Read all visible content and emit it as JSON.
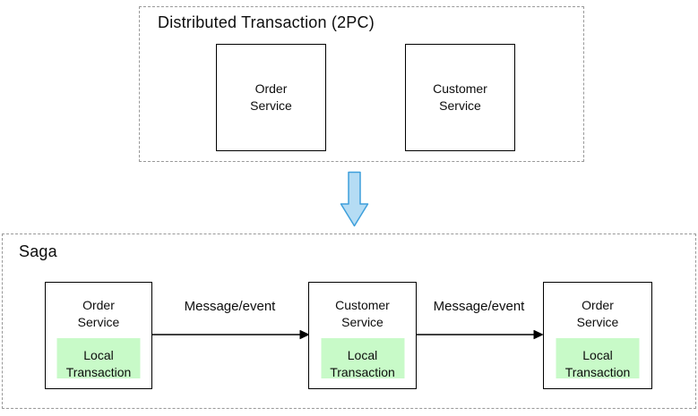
{
  "colors": {
    "background": "#ffffff",
    "dashed_border": "#999999",
    "solid_border": "#000000",
    "local_transaction_fill": "#c8fac8",
    "down_arrow_fill": "#b5dcf4",
    "down_arrow_stroke": "#3e9fdb"
  },
  "two_phase": {
    "title": "Distributed Transaction (2PC)",
    "services": [
      {
        "label": "Order\nService"
      },
      {
        "label": "Customer\nService"
      }
    ]
  },
  "transform_arrow": {
    "icon": "down-arrow"
  },
  "saga": {
    "title": "Saga",
    "nodes": [
      {
        "service": "Order\nService",
        "local_transaction": "Local\nTransaction"
      },
      {
        "service": "Customer\nService",
        "local_transaction": "Local\nTransaction"
      },
      {
        "service": "Order\nService",
        "local_transaction": "Local\nTransaction"
      }
    ],
    "links": [
      {
        "label": "Message/event"
      },
      {
        "label": "Message/event"
      }
    ]
  }
}
